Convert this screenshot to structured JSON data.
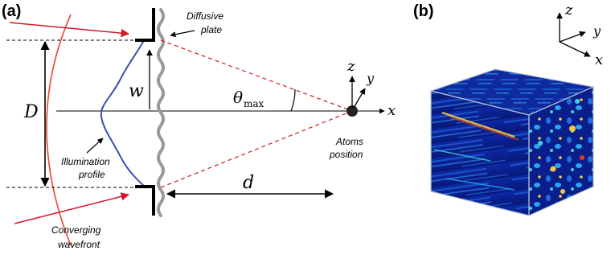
{
  "panel_a": {
    "label": "(a)",
    "diffusive_plate": [
      "Diffusive",
      "plate"
    ],
    "D": "D",
    "w": "w",
    "theta": "θ",
    "theta_sub": "max",
    "d": "d",
    "axis_z": "z",
    "axis_y": "y",
    "axis_x": "x",
    "atoms": [
      "Atoms",
      "position"
    ],
    "illumination": [
      "Illumination",
      "profile"
    ],
    "wavefront": [
      "Converging",
      "wavefront"
    ]
  },
  "panel_b": {
    "label": "(b)",
    "axis_z": "z",
    "axis_y": "y",
    "axis_x": "x"
  },
  "colors": {
    "wavefront": "#e8472f",
    "arrow_red": "#d01a2a",
    "profile": "#3d4fb0",
    "dashed": "#d12a2a",
    "plate": "#9a9a9a",
    "speckle_dark": "#0a1f8c",
    "speckle_mid": "#1e5fd6"
  }
}
